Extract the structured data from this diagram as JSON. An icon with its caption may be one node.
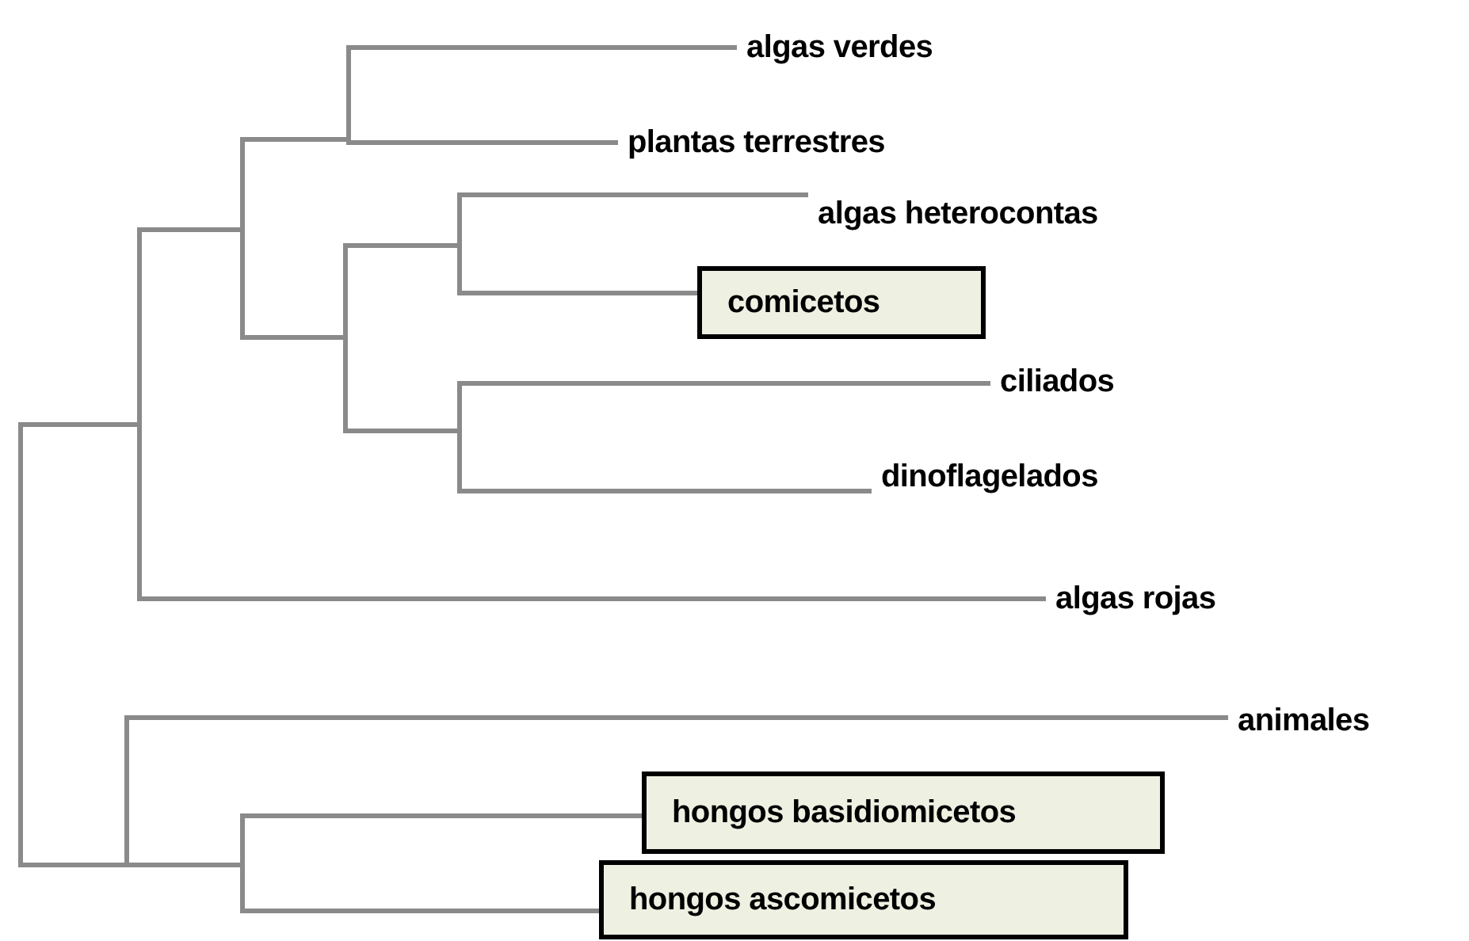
{
  "diagram": {
    "nodes": [
      {
        "text": [
          "algas verdes"
        ]
      },
      {
        "text": [
          "plantas terrestres"
        ]
      },
      {
        "text": [
          "algas heterocontas"
        ]
      },
      {
        "text": [
          "comicetos"
        ]
      },
      {
        "text": [
          "ciliados"
        ]
      },
      {
        "text": [
          "dinoflagelados"
        ]
      },
      {
        "text": [
          "algas rojas"
        ]
      },
      {
        "text": [
          "animales"
        ]
      },
      {
        "text": [
          "hongos basidiomicetos"
        ]
      },
      {
        "text": [
          "hongos ascomicetos"
        ]
      }
    ],
    "edges": [
      {
        "from": null,
        "to": 0,
        "arrow": "none"
      },
      {
        "from": null,
        "to": 1,
        "arrow": "none"
      },
      {
        "from": null,
        "to": 2,
        "arrow": "none"
      },
      {
        "from": null,
        "to": 3,
        "arrow": "none"
      },
      {
        "from": null,
        "to": 4,
        "arrow": "none"
      },
      {
        "from": null,
        "to": 5,
        "arrow": "none"
      },
      {
        "from": null,
        "to": 6,
        "arrow": "none"
      },
      {
        "from": null,
        "to": 7,
        "arrow": "none"
      },
      {
        "from": null,
        "to": 8,
        "arrow": "none"
      },
      {
        "from": null,
        "to": 9,
        "arrow": "none"
      }
    ]
  }
}
